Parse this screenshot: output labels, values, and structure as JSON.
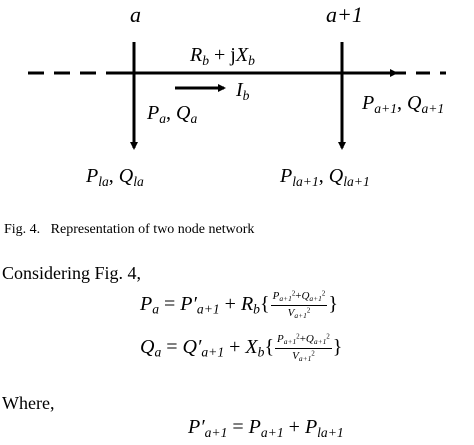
{
  "figure": {
    "node_a": "a",
    "node_a1": "a+1",
    "impedance": {
      "r": "R",
      "r_sub": "b",
      "plus_j": " + j",
      "x": "X",
      "x_sub": "b"
    },
    "current": {
      "i": "I",
      "i_sub": "b"
    },
    "flow_a": {
      "p": "P",
      "p_sub": "a",
      "comma": ", ",
      "q": "Q",
      "q_sub": "a"
    },
    "flow_a1": {
      "p": "P",
      "p_sub": "a+1",
      "comma": ", ",
      "q": "Q",
      "q_sub": "a+1"
    },
    "load_a": {
      "p": "P",
      "p_sub": "la",
      "comma": ", ",
      "q": "Q",
      "q_sub": "la"
    },
    "load_a1": {
      "p": "P",
      "p_sub": "la+1",
      "comma": ", ",
      "q": "Q",
      "q_sub": "la+1"
    }
  },
  "caption": "Fig. 4.   Representation of two node network",
  "considering": "Considering Fig. 4,",
  "eq1": {
    "lhs": "P",
    "lhs_sub": "a",
    "rhs1": "P′",
    "rhs1_sub": "a+1",
    "r": "R",
    "r_sub": "b",
    "num_p": "P",
    "num_p_sub": "a+1",
    "num_plus": "+",
    "num_q": "Q",
    "num_q_sub": "a+1",
    "sq": "2",
    "den_v": "V",
    "den_v_sub": "a+1"
  },
  "eq2": {
    "lhs": "Q",
    "lhs_sub": "a",
    "rhs1": "Q′",
    "rhs1_sub": "a+1",
    "x": "X",
    "x_sub": "b",
    "num_p": "P",
    "num_p_sub": "a+1",
    "num_plus": "+",
    "num_q": "Q",
    "num_q_sub": "a+1",
    "sq": "2",
    "den_v": "V",
    "den_v_sub": "a+1"
  },
  "where": "Where,",
  "eq3": {
    "lhs": "P′",
    "lhs_sub": "a+1",
    "p": "P",
    "p_sub": "a+1",
    "pl": "P",
    "pl_sub": "la+1"
  }
}
